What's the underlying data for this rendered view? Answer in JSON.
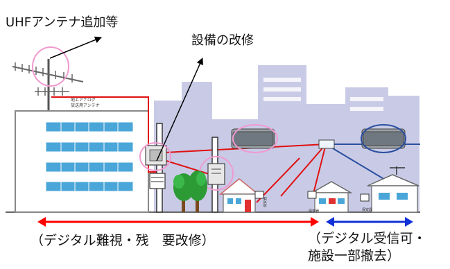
{
  "labels": {
    "antenna_upgrade": "UHFアンテナ追加等",
    "equipment_repair": "設備の改修",
    "antenna_name_line1": "地上アナログ",
    "antenna_name_line2": "放送用アンテナ",
    "house_tag": "保安器"
  },
  "captions": {
    "left": "（デジタル難視・残　要改修）",
    "right_line1": "（デジタル受信可・",
    "right_line2": "施設一部撤去）"
  },
  "colors": {
    "red_arrow": "#ff0000",
    "blue_arrow": "#1030d8",
    "red_cable": "#e01010",
    "blue_cable": "#2a4fa0",
    "skyline": "#c9cbe6",
    "pink_circle": "#f09ad0",
    "tree": "#2c9a35"
  }
}
